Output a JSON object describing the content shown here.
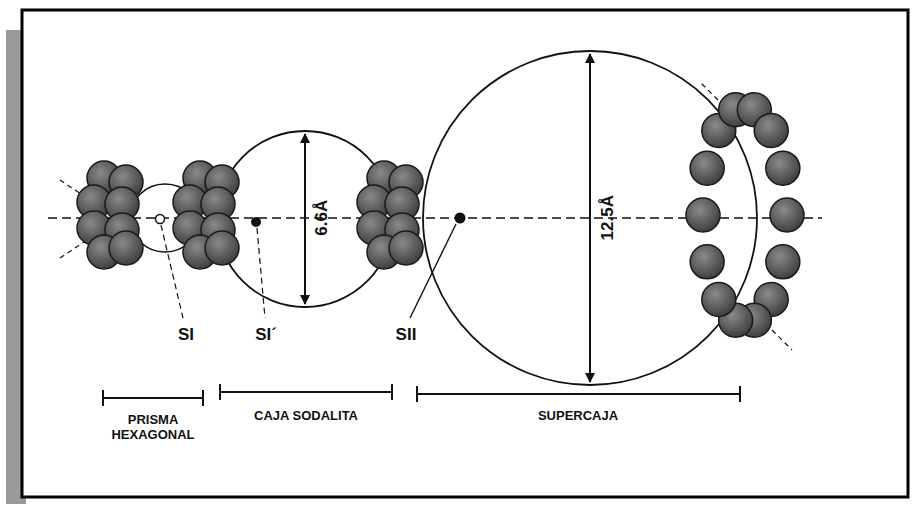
{
  "diagram": {
    "labels": [
      "6.6Å",
      "12.5Å",
      "SI",
      "SI´",
      "SII",
      "PRISMA HEXAGONAL",
      "CAJA SODALITA",
      "SUPERCAJA"
    ]
  }
}
